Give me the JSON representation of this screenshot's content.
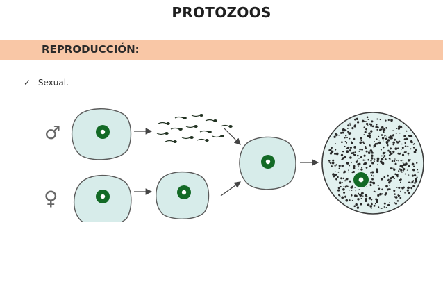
{
  "title": "PROTOZOOS",
  "section": {
    "label": "REPRODUCCIÓN:"
  },
  "bullets": [
    {
      "text": "Sexual.",
      "icon": "checkmark-icon"
    }
  ],
  "diagram": {
    "male_symbol": "♂",
    "female_symbol": "♀",
    "colors": {
      "cell_fill": "#d7ecea",
      "nucleus": "#136a26",
      "outline": "#5a5a5a",
      "band": "#f9c7a6"
    }
  }
}
